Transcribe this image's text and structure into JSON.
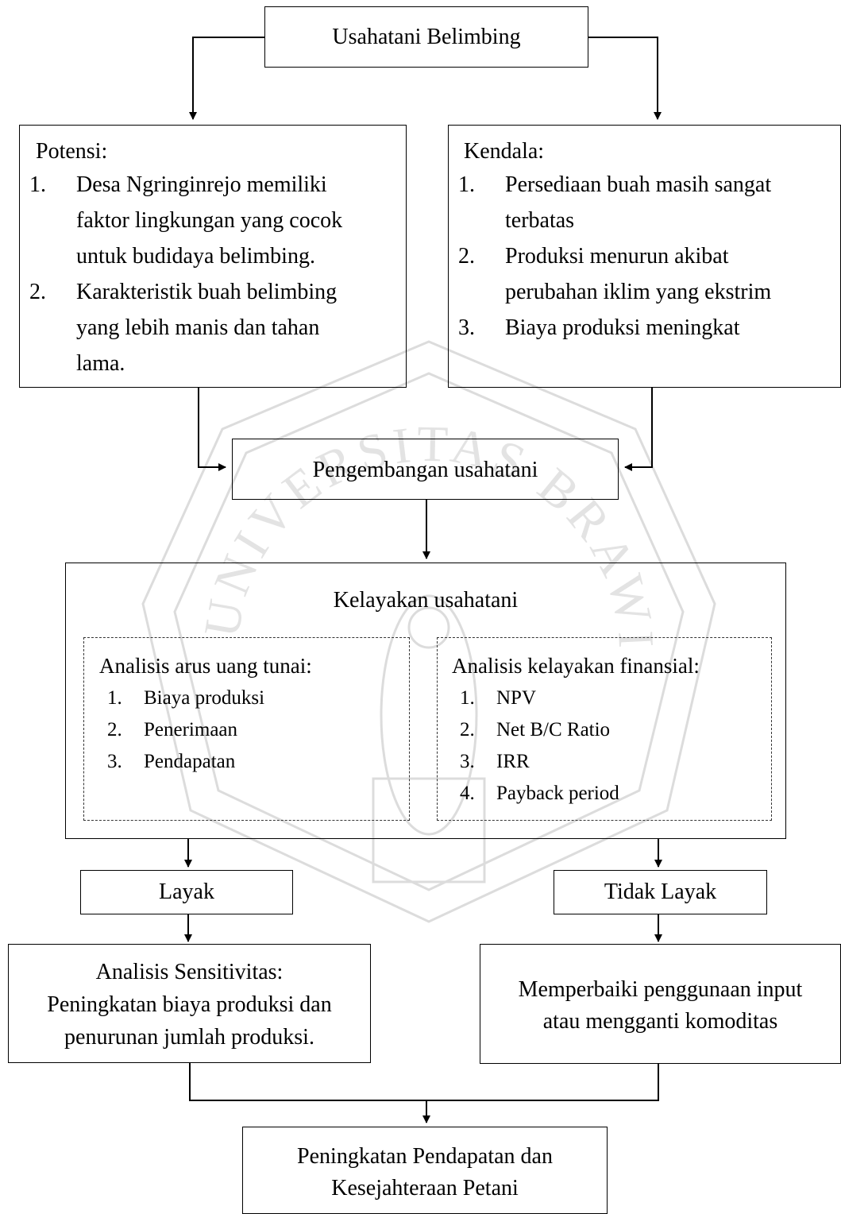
{
  "top": {
    "title": "Usahatani Belimbing"
  },
  "potensi": {
    "heading": "Potensi:",
    "items": [
      {
        "num": "1.",
        "lines": [
          "Desa Ngringinrejo memiliki",
          "faktor lingkungan yang cocok",
          "untuk budidaya belimbing."
        ]
      },
      {
        "num": "2.",
        "lines": [
          "Karakteristik buah belimbing",
          "yang lebih manis dan tahan",
          "lama."
        ]
      }
    ]
  },
  "kendala": {
    "heading": "Kendala:",
    "items": [
      {
        "num": "1.",
        "lines": [
          "Persediaan buah masih sangat",
          "terbatas"
        ]
      },
      {
        "num": "2.",
        "lines": [
          "Produksi menurun akibat",
          "perubahan iklim yang ekstrim"
        ]
      },
      {
        "num": "3.",
        "lines": [
          "Biaya produksi meningkat"
        ]
      }
    ]
  },
  "pengembangan": {
    "label": "Pengembangan usahatani"
  },
  "kelayakan": {
    "title": "Kelayakan usahatani",
    "arus": {
      "heading": "Analisis arus uang tunai:",
      "items": [
        {
          "num": "1.",
          "text": "Biaya produksi"
        },
        {
          "num": "2.",
          "text": "Penerimaan"
        },
        {
          "num": "3.",
          "text": "Pendapatan"
        }
      ]
    },
    "finansial": {
      "heading": "Analisis kelayakan finansial:",
      "items": [
        {
          "num": "1.",
          "text": "NPV"
        },
        {
          "num": "2.",
          "text": "Net B/C Ratio"
        },
        {
          "num": "3.",
          "text": "IRR"
        },
        {
          "num": "4.",
          "text": "Payback period"
        }
      ]
    }
  },
  "layak": {
    "label": "Layak"
  },
  "tidak_layak": {
    "label": "Tidak Layak"
  },
  "sensitivitas": {
    "lines": [
      "Analisis Sensitivitas:",
      "Peningkatan biaya produksi dan",
      "penurunan jumlah produksi."
    ]
  },
  "memperbaiki": {
    "lines": [
      "Memperbaiki penggunaan input",
      "atau mengganti komoditas"
    ]
  },
  "hasil": {
    "lines": [
      "Peningkatan Pendapatan dan",
      "Kesejahteraan Petani"
    ]
  },
  "watermark": {
    "text": "UNIVERSITAS BRAWIJAYA",
    "color": "#d9d9d9"
  }
}
